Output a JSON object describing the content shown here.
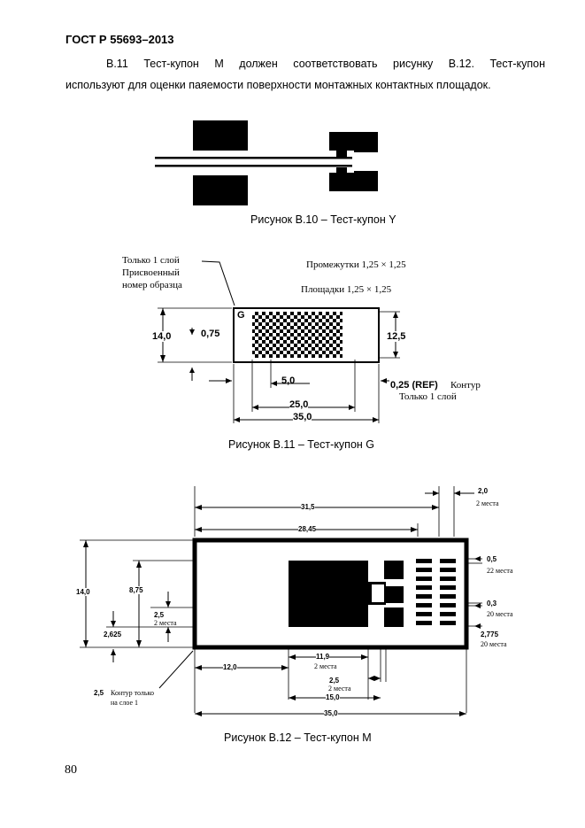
{
  "header": {
    "title": "ГОСТ Р 55693–2013"
  },
  "text": {
    "para1": "В.11 Тест-купон М должен соответствовать рисунку В.12. Тест-купон",
    "para2": "используют для оценки паяемости поверхности монтажных контактных площадок."
  },
  "fig10": {
    "caption": "Рисунок В.10 – Тест-купон Y"
  },
  "fig11": {
    "caption": "Рисунок В.11 – Тест-купон G",
    "note_layer1": "Только 1 слой",
    "note_serial1": "Присвоенный",
    "note_serial2": "номер образца",
    "gaps": "Промежутки 1,25 × 1,25",
    "pads": "Площадки 1,25 × 1,25",
    "marker": "G",
    "dim_14": "14,0",
    "dim_075": "0,75",
    "dim_125": "12,5",
    "dim_5": "5,0",
    "dim_25": "25,0",
    "dim_35": "35,0",
    "ref": "0,25 (REF)",
    "contour": "Контур",
    "contour2": "Только 1 слой"
  },
  "fig12": {
    "caption": "Рисунок В.12 – Тест-купон М",
    "d_20": "2,0",
    "d_20_note": "2 места",
    "d_315": "31,5",
    "d_2845": "28,45",
    "d_05": "0,5",
    "d_05_note": "22 места",
    "d_140": "14,0",
    "d_875": "8,75",
    "d_03": "0,3",
    "d_03_note": "20 места",
    "d_25a": "2,5",
    "d_25a_note": "2 места",
    "d_2625": "2,625",
    "d_2775": "2,775",
    "d_2775_note": "20 места",
    "d_120": "12,0",
    "d_119": "11,9",
    "d_119_note": "2 места",
    "d_25b": "2,5",
    "d_25b_note": "2 места",
    "d_150": "15,0",
    "d_350": "35,0",
    "contour_val": "2,5",
    "contour_txt1": "Контур только",
    "contour_txt2": "на слое 1"
  },
  "footer": {
    "page_number": "80"
  }
}
